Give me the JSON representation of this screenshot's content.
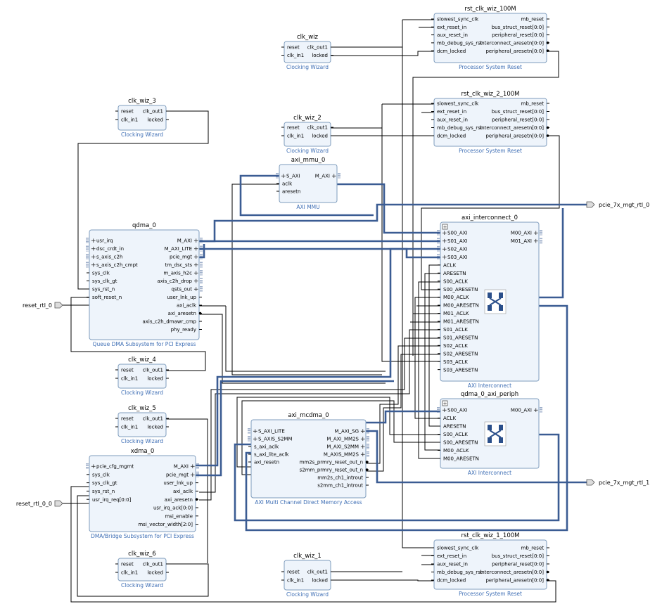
{
  "colors": {
    "block_fill": "#eef4fb",
    "block_stroke": "#7f9dbd",
    "sub_text": "#3f6fb5",
    "wire": "#000000",
    "bus": "#3b5c93",
    "port_fill": "#dcdcdc"
  },
  "blocks": [
    {
      "id": "rst_clk_wiz_100M",
      "title": "rst_clk_wiz_100M",
      "subtitle": "Processor System Reset",
      "left": [
        "slowest_sync_clk",
        "ext_reset_in",
        "aux_reset_in",
        "mb_debug_sys_rst",
        "dcm_locked"
      ],
      "right": [
        "mb_reset",
        "bus_struct_reset[0:0]",
        "peripheral_reset[0:0]",
        "interconnect_aresetn[0:0]",
        "peripheral_aresetn[0:0]"
      ]
    },
    {
      "id": "clk_wiz",
      "title": "clk_wiz",
      "subtitle": "Clocking Wizard",
      "left": [
        "reset",
        "clk_in1"
      ],
      "right": [
        "clk_out1",
        "locked"
      ]
    },
    {
      "id": "clk_wiz_3",
      "title": "clk_wiz_3",
      "subtitle": "Clocking Wizard",
      "left": [
        "reset",
        "clk_in1"
      ],
      "right": [
        "clk_out1",
        "locked"
      ]
    },
    {
      "id": "rst_clk_wiz_2_100M",
      "title": "rst_clk_wiz_2_100M",
      "subtitle": "Processor System Reset",
      "left": [
        "slowest_sync_clk",
        "ext_reset_in",
        "aux_reset_in",
        "mb_debug_sys_rst",
        "dcm_locked"
      ],
      "right": [
        "mb_reset",
        "bus_struct_reset[0:0]",
        "peripheral_reset[0:0]",
        "interconnect_aresetn[0:0]",
        "peripheral_aresetn[0:0]"
      ]
    },
    {
      "id": "clk_wiz_2",
      "title": "clk_wiz_2",
      "subtitle": "Clocking Wizard",
      "left": [
        "reset",
        "clk_in1"
      ],
      "right": [
        "clk_out1",
        "locked"
      ]
    },
    {
      "id": "axi_mmu_0",
      "title": "axi_mmu_0",
      "subtitle": "AXI MMU",
      "left": [
        "S_AXI",
        "aclk",
        "aresetn"
      ],
      "right": [
        "M_AXI"
      ]
    },
    {
      "id": "axi_interconnect_0",
      "title": "axi_interconnect_0",
      "subtitle": "AXI Interconnect",
      "left": [
        "S00_AXI",
        "S01_AXI",
        "S02_AXI",
        "S03_AXI",
        "ACLK",
        "ARESETN",
        "S00_ACLK",
        "S00_ARESETN",
        "M00_ACLK",
        "M00_ARESETN",
        "M01_ACLK",
        "M01_ARESETN",
        "S01_ACLK",
        "S01_ARESETN",
        "S02_ACLK",
        "S02_ARESETN",
        "S03_ACLK",
        "S03_ARESETN"
      ],
      "right": [
        "M00_AXI",
        "M01_AXI"
      ]
    },
    {
      "id": "qdma_0",
      "title": "qdma_0",
      "subtitle": "Queue DMA Subsystem for PCI Express",
      "left": [
        "usr_irq",
        "dsc_crdt_in",
        "s_axis_c2h",
        "s_axis_c2h_cmpt",
        "sys_clk",
        "sys_clk_gt",
        "sys_rst_n",
        "soft_reset_n"
      ],
      "right": [
        "M_AXI",
        "M_AXI_LITE",
        "pcie_mgt",
        "tm_dsc_sts",
        "m_axis_h2c",
        "axis_c2h_drop",
        "qsts_out",
        "user_lnk_up",
        "axi_aclk",
        "axi_aresetn",
        "axis_c2h_dmawr_cmp",
        "phy_ready"
      ]
    },
    {
      "id": "clk_wiz_4",
      "title": "clk_wiz_4",
      "subtitle": "Clocking Wizard",
      "left": [
        "reset",
        "clk_in1"
      ],
      "right": [
        "clk_out1",
        "locked"
      ]
    },
    {
      "id": "clk_wiz_5",
      "title": "clk_wiz_5",
      "subtitle": "Clocking Wizard",
      "left": [
        "reset",
        "clk_in1"
      ],
      "right": [
        "clk_out1",
        "locked"
      ]
    },
    {
      "id": "qdma_0_axi_periph",
      "title": "qdma_0_axi_periph",
      "subtitle": "AXI Interconnect",
      "left": [
        "S00_AXI",
        "ACLK",
        "ARESETN",
        "S00_ACLK",
        "S00_ARESETN",
        "M00_ACLK",
        "M00_ARESETN"
      ],
      "right": [
        "M00_AXI"
      ]
    },
    {
      "id": "axi_mcdma_0",
      "title": "axi_mcdma_0",
      "subtitle": "AXI Multi Channel Direct Memory Access",
      "left": [
        "S_AXI_LITE",
        "S_AXIS_S2MM",
        "s_axi_aclk",
        "s_axi_lite_aclk",
        "axi_resetn"
      ],
      "right": [
        "M_AXI_SG",
        "M_AXI_MM2S",
        "M_AXI_S2MM",
        "M_AXIS_MM2S",
        "mm2s_prmry_reset_out_n",
        "s2mm_prmry_reset_out_n",
        "mm2s_ch1_introut",
        "s2mm_ch1_introut"
      ]
    },
    {
      "id": "xdma_0",
      "title": "xdma_0",
      "subtitle": "DMA/Bridge Subsystem for PCI Express",
      "left": [
        "pcie_cfg_mgmt",
        "sys_clk",
        "sys_clk_gt",
        "sys_rst_n",
        "usr_irq_req[0:0]"
      ],
      "right": [
        "M_AXI",
        "pcie_mgt",
        "user_lnk_up",
        "axi_aclk",
        "axi_aresetn",
        "usr_irq_ack[0:0]",
        "msi_enable",
        "msi_vector_width[2:0]"
      ]
    },
    {
      "id": "clk_wiz_6",
      "title": "clk_wiz_6",
      "subtitle": "Clocking Wizard",
      "left": [
        "reset",
        "clk_in1"
      ],
      "right": [
        "clk_out1",
        "locked"
      ]
    },
    {
      "id": "rst_clk_wiz_1_100M",
      "title": "rst_clk_wiz_1_100M",
      "subtitle": "Processor System Reset",
      "left": [
        "slowest_sync_clk",
        "ext_reset_in",
        "aux_reset_in",
        "mb_debug_sys_rst",
        "dcm_locked"
      ],
      "right": [
        "mb_reset",
        "bus_struct_reset[0:0]",
        "peripheral_reset[0:0]",
        "interconnect_aresetn[0:0]",
        "peripheral_aresetn[0:0]"
      ]
    },
    {
      "id": "clk_wiz_1",
      "title": "clk_wiz_1",
      "subtitle": "Clocking Wizard",
      "left": [
        "reset",
        "clk_in1"
      ],
      "right": [
        "clk_out1",
        "locked"
      ]
    }
  ],
  "external_ports": [
    {
      "id": "reset_rtl_0",
      "label": "reset_rtl_0"
    },
    {
      "id": "reset_rtl_0_0",
      "label": "reset_rtl_0_0"
    },
    {
      "id": "pcie_7x_mgt_rtl_0",
      "label": "pcie_7x_mgt_rtl_0"
    },
    {
      "id": "pcie_7x_mgt_rtl_1",
      "label": "pcie_7x_mgt_rtl_1"
    }
  ]
}
